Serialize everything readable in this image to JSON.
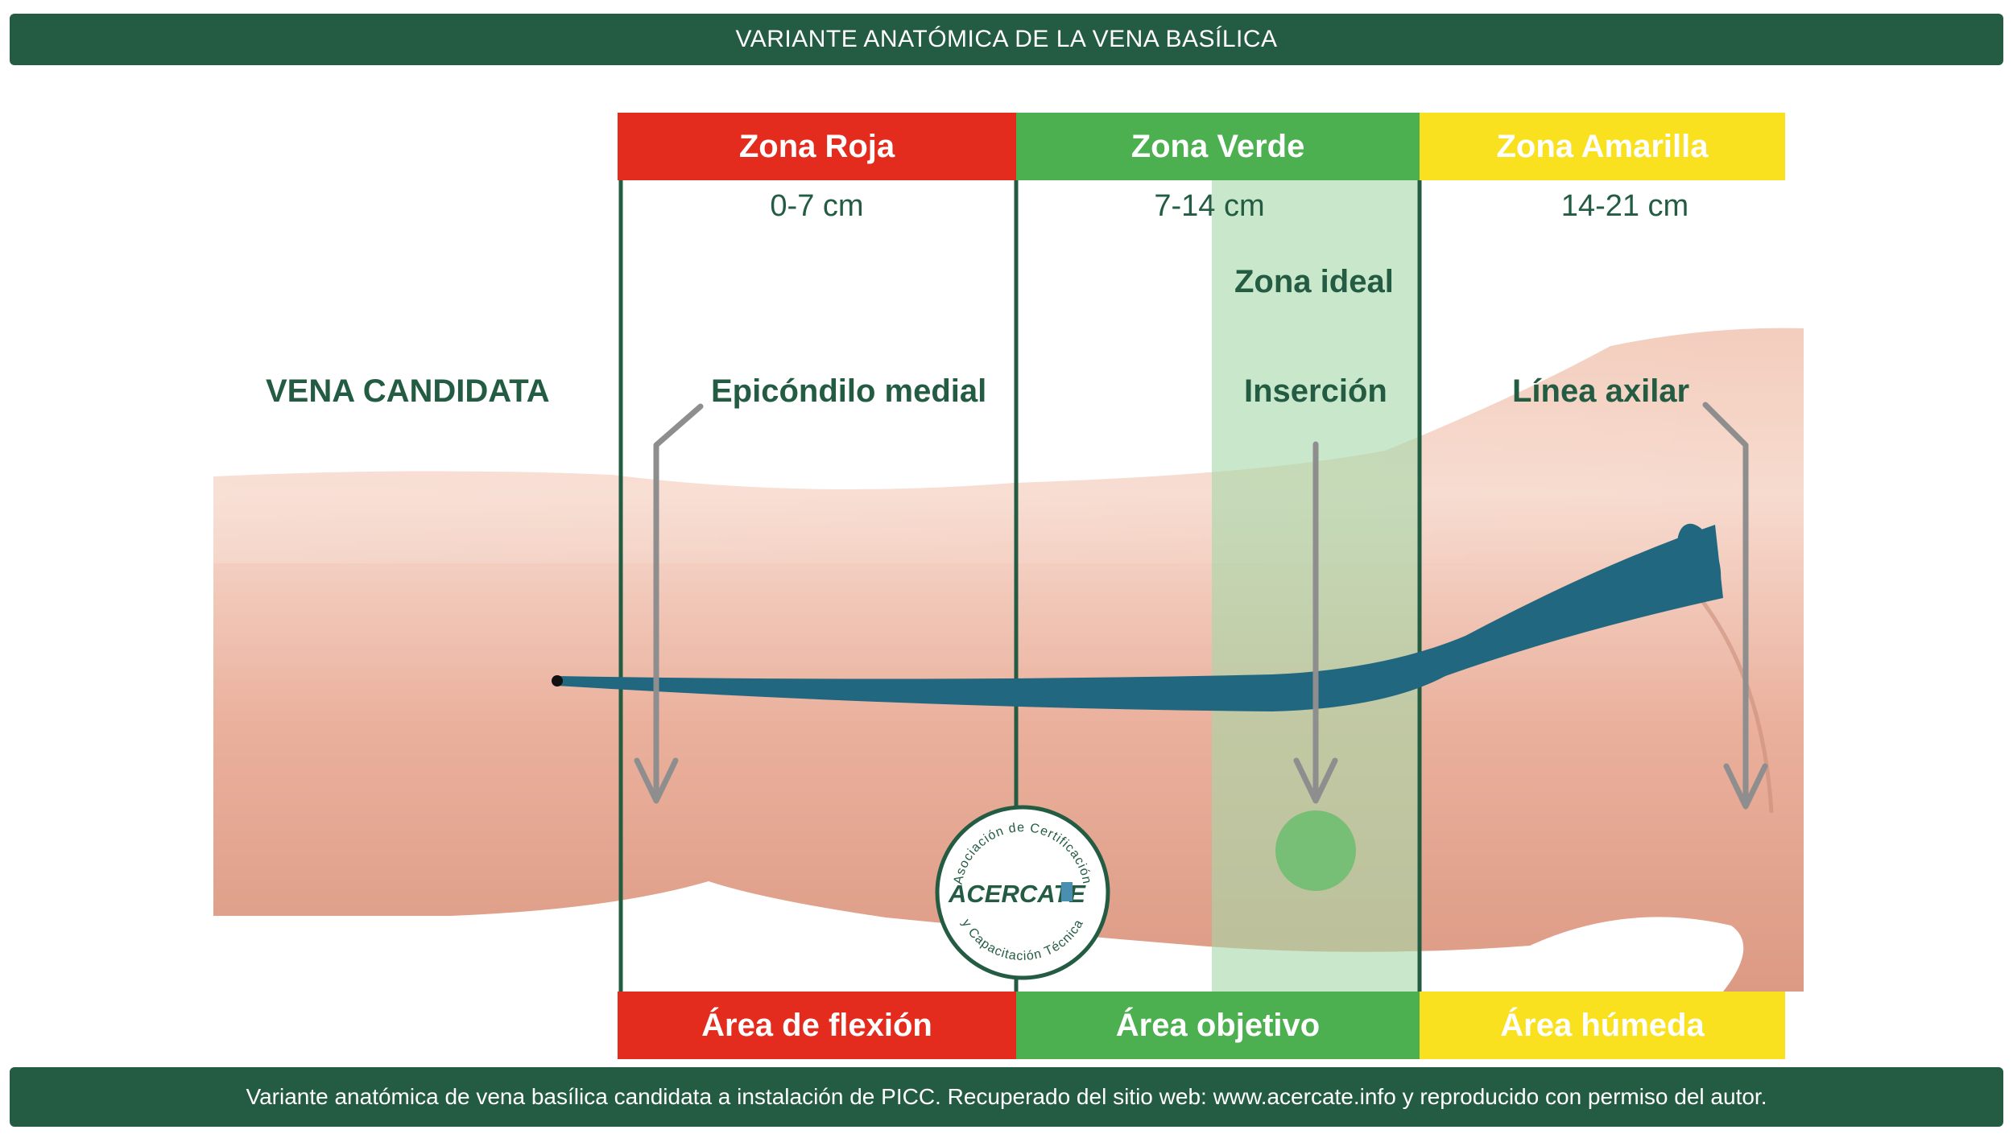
{
  "header": {
    "title": "VARIANTE ANATÓMICA DE LA VENA BASÍLICA"
  },
  "zones": [
    {
      "name": "Zona Roja",
      "range": "0-7 cm",
      "area": "Área de flexión",
      "color": "#e32c1e"
    },
    {
      "name": "Zona Verde",
      "range": "7-14 cm",
      "area": "Área objetivo",
      "color": "#4caf50"
    },
    {
      "name": "Zona Amarilla",
      "range": "14-21 cm",
      "area": "Área húmeda",
      "color": "#f9e11f"
    }
  ],
  "labels": {
    "vein": "VENA CANDIDATA",
    "epicondyle": "Epicóndilo medial",
    "ideal_zone": "Zona ideal",
    "insertion": "Inserción",
    "axillary": "Línea axilar"
  },
  "logo": {
    "name": "ACERCATE",
    "ring_top": "Asociación de Certificación",
    "ring_bottom": "y Capacitación Técnica"
  },
  "colors": {
    "brand_green": "#235c43",
    "vein": "#20677f",
    "skin": "#ecb8a6",
    "ideal_highlight": "#a5d8a8",
    "arrow": "#8e8e8e"
  },
  "footer": {
    "caption": "Variante anatómica de vena basílica candidata a instalación de PICC. Recuperado del sitio web: www.acercate.info y reproducido con permiso del autor."
  }
}
